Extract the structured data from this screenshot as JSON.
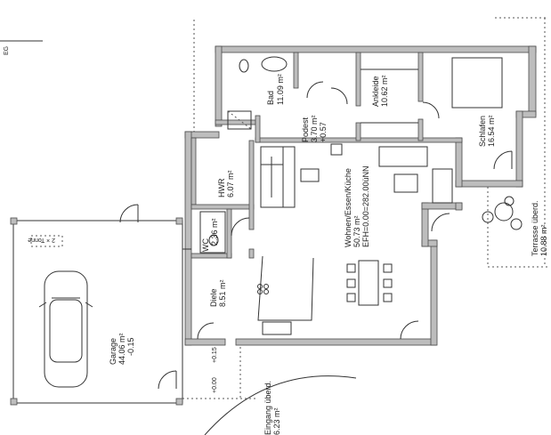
{
  "labels": {
    "eg": "EG",
    "bad": "Bad",
    "bad_area": "11.09 m²",
    "podest": "Podest",
    "podest_area": "3.70 m²",
    "podest_level": "+0.57",
    "ankleide": "Ankleide",
    "ankleide_area": "10.62 m²",
    "schlafen": "Schlafen",
    "schlafen_area": "16.54 m²",
    "hwr": "HWR",
    "hwr_area": "6.07 m²",
    "wc": "WC",
    "wc_area": "2.36 m²",
    "wohnen": "Wohnen/Essen/Küche",
    "wohnen_area": "50.73 m²",
    "wohnen_level": "EFH=0.00=282.00üNN",
    "diele": "Diele",
    "diele_area": "8.51 m²",
    "garage": "Garage",
    "garage_area": "44.06 m²",
    "garage_level": "-0.15",
    "terrasse": "Terrasse überd.",
    "terrasse_area": "10.88 m²",
    "eingang": "Eingang überd.",
    "eingang_area": "6.23 m²",
    "level_p015": "+0.15",
    "level_000": "+0.00",
    "bin": "2 × Tonne"
  }
}
